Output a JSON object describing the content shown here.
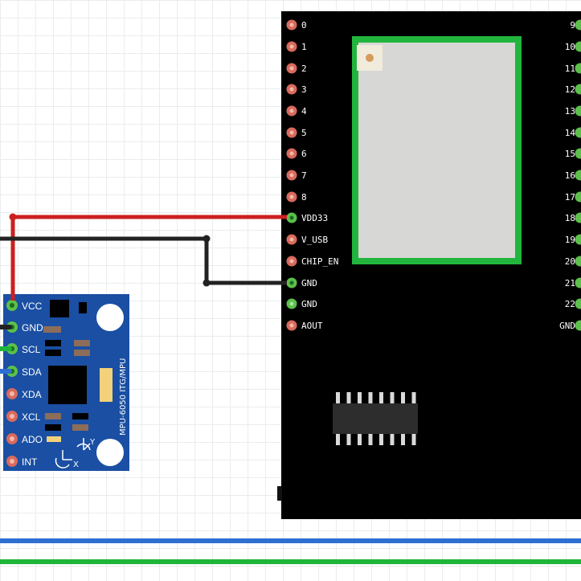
{
  "board": {
    "left_pins": [
      "0",
      "1",
      "2",
      "3",
      "4",
      "5",
      "6",
      "7",
      "8",
      "VDD33",
      "V_USB",
      "CHIP_EN",
      "GND",
      "GND",
      "AOUT"
    ],
    "right_pins": [
      "9",
      "10",
      "11",
      "12",
      "13",
      "14",
      "15",
      "16",
      "17",
      "18",
      "19",
      "20",
      "21",
      "22",
      "GND"
    ]
  },
  "sensor": {
    "title": "MPU-6050 ITG/MPU",
    "pins": [
      "VCC",
      "GND",
      "SCL",
      "SDA",
      "XDA",
      "XCL",
      "ADO",
      "INT"
    ],
    "axis_x": "X",
    "axis_y": "Y"
  },
  "colors": {
    "board": "#000000",
    "sensor_pcb": "#1a4fa3",
    "wire_power": "#cc1f1f",
    "wire_ground": "#222222",
    "wire_scl": "#1fb53a",
    "wire_sda": "#2f6fd1",
    "module_outline": "#21b53d",
    "pad_unused": "#d96a5c",
    "pad_used": "#5cc04a"
  }
}
